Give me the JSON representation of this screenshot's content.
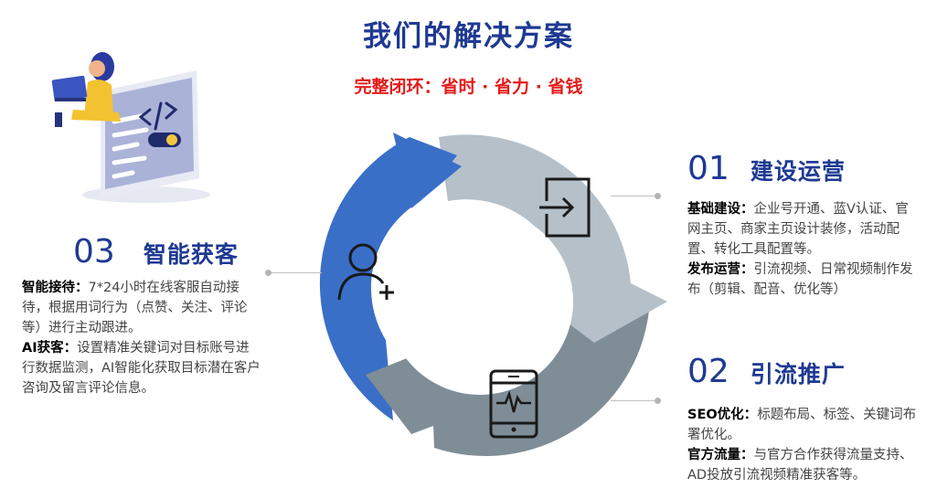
{
  "title": "我们的解决方案",
  "subtitle": "完整闭环：省时 · 省力 · 省钱",
  "sections": {
    "s01": {
      "number": "01",
      "title": "建设运营",
      "p1_label": "基础建设：",
      "p1_text": "企业号开通、蓝V认证、官网主页、商家主页设计装修，活动配置、转化工具配置等。",
      "p2_label": "发布运营：",
      "p2_text": "引流视频、日常视频制作发布（剪辑、配音、优化等）"
    },
    "s02": {
      "number": "02",
      "title": "引流推广",
      "p1_label": "SEO优化：",
      "p1_text": "标题布局、标签、关键词布署优化。",
      "p2_label": "官方流量：",
      "p2_text": "与官方合作获得流量支持、AD投放引流视频精准获客等。"
    },
    "s03": {
      "number": "03",
      "title": "智能获客",
      "p1_label": "智能接待：",
      "p1_text": "7*24小时在线客服自动接待，根据用词行为（点赞、关注、评论等）进行主动跟进。",
      "p2_label": "AI获客：",
      "p2_text": "设置精准关键词对目标账号进行数据监测，AI智能化获取目标潜在客户咨询及留言评论信息。"
    }
  },
  "icons": {
    "top_segment": "login-icon",
    "bottom_segment": "phone-heartbeat-icon",
    "left_segment": "add-user-icon",
    "illustration": "coding-woman-illustration"
  },
  "colors": {
    "title": "#1f3a93",
    "subtitle": "#e41b1b",
    "segment_light": "#b5c0c9",
    "segment_dark": "#7f8d97",
    "segment_blue": "#3a6fc8"
  }
}
